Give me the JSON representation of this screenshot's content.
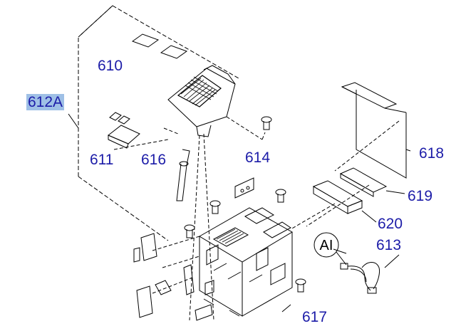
{
  "diagram": {
    "callouts": {
      "c610": "610",
      "c612a": "612A",
      "c611": "611",
      "c616": "616",
      "c614": "614",
      "c618": "618",
      "c619": "619",
      "c620": "620",
      "c613": "613",
      "c617": "617"
    },
    "circle_label": "AI",
    "colors": {
      "callout_text": "#1c1ca8",
      "selection_highlight": "#9fc0e6",
      "line_art": "#000000"
    }
  }
}
